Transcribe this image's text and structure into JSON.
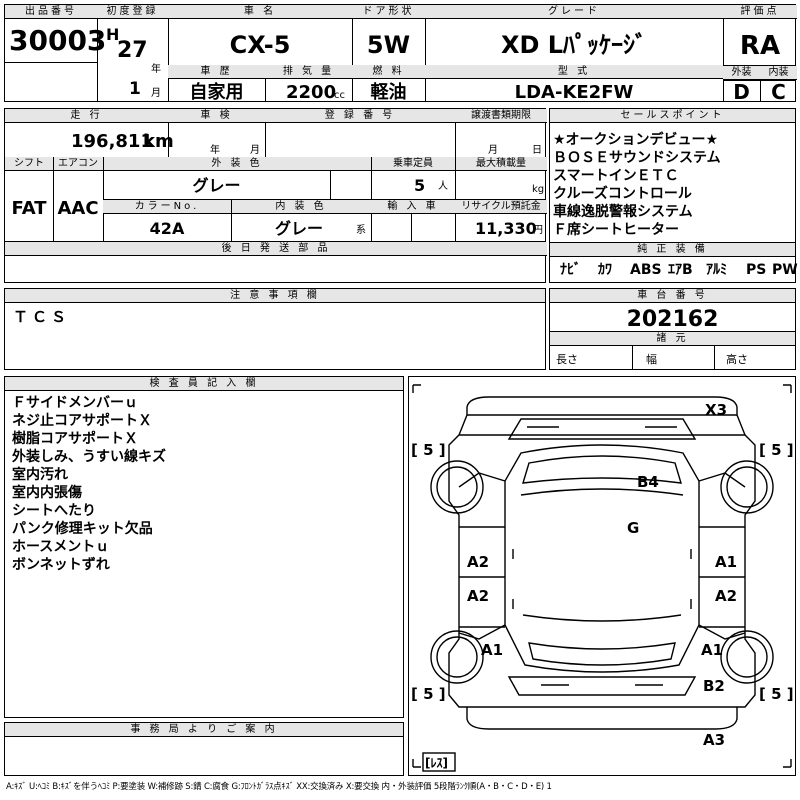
{
  "header": {
    "lot_label": "出品番号",
    "lot": "30003",
    "reg_label": "初度登録",
    "era": "H",
    "year": "27",
    "year_unit": "年",
    "month": "1",
    "month_unit": "月",
    "name_label": "車 名",
    "name": "CX-5",
    "door_label": "ドア形状",
    "door": "5W",
    "grade_label": "グレード",
    "grade": "XD Lﾊﾟｯｹｰｼﾞ",
    "score_label": "評価点",
    "score": "RA",
    "history_label": "車 歴",
    "history": "自家用",
    "disp_label": "排 気 量",
    "disp": "2200",
    "disp_unit": "cc",
    "fuel_label": "燃 料",
    "fuel": "軽油",
    "model_label": "型 式",
    "model": "LDA-KE2FW",
    "ext_label": "外装",
    "ext": "D",
    "int_label": "内装",
    "int": "C"
  },
  "info": {
    "mileage_label": "走 行",
    "mileage": "196,811",
    "mileage_unit": "km",
    "inspect_label": "車 検",
    "inspect_year_unit": "年",
    "inspect_month_unit": "月",
    "regno_label": "登 録 番 号",
    "transfer_label": "譲渡書類期限",
    "transfer_month_unit": "月",
    "transfer_day_unit": "日",
    "shift_label": "シフト",
    "shift": "FAT",
    "ac_label": "エアコン",
    "ac": "AAC",
    "color_label": "外 装 色",
    "color": "グレー",
    "cap_label": "乗車定員",
    "cap": "5",
    "cap_unit": "人",
    "load_label": "最大積載量",
    "load_unit": "kg",
    "colorno_label": "カラーNo.",
    "colorno": "42A",
    "intcolor_label": "内 装 色",
    "intcolor": "グレー",
    "intcolor_unit": "系",
    "import_label": "輸 入 車",
    "recycle_label": "リサイクル預託金",
    "recycle": "11,330",
    "recycle_unit": "円",
    "later_label": "後 日 発 送 部 品"
  },
  "sales": {
    "label": "セールスポイント",
    "lines": [
      "★オークションデビュー★",
      "ＢＯＳＥサウンドシステム",
      "スマートインＥＴＣ",
      "クルーズコントロール",
      "車線逸脱警報システム",
      "Ｆ席シートヒーター"
    ]
  },
  "equipment": {
    "label": "純 正 装 備",
    "items": [
      "ﾅﾋﾞ",
      "ｶﾜ",
      "ABS",
      "ｴｱB",
      "ｱﾙﾐ",
      "PS",
      "PW"
    ]
  },
  "notes": {
    "label": "注 意 事 項 欄",
    "text": "ＴＣＳ"
  },
  "chassis": {
    "label": "車 台 番 号",
    "number": "202162"
  },
  "specs": {
    "label": "諸 元",
    "length": "長さ",
    "width": "幅",
    "height": "高さ"
  },
  "inspector": {
    "label": "検 査 員 記 入 欄",
    "lines": [
      "Ｆサイドメンバーｕ",
      "ネジ止コアサポートＸ",
      "樹脂コアサポートＸ",
      "外装しみ、うすい線キズ",
      "室内汚れ",
      "室内内張傷",
      "シートへたり",
      "パンク修理キット欠品",
      "ホースメントｕ",
      "ボンネットずれ"
    ]
  },
  "office": {
    "label": "事 務 局 よ り ご 案 内"
  },
  "diagram": {
    "tires": [
      "[ 5 ]",
      "[ 5 ]",
      "[ 5 ]",
      "[ 5 ]"
    ],
    "spare": "[ﾚｽ]",
    "marks": [
      "X3",
      "B4",
      "G",
      "A2",
      "A1",
      "A2",
      "A2",
      "A1",
      "A1",
      "B2",
      "A3"
    ]
  },
  "legend": "A:ｷｽﾞ U:ﾍｺﾐ B:ｷｽﾞを伴うﾍｺﾐ P:要塗装 W:補修跡 S:錆 C:腐食 G:ﾌﾛﾝﾄｶﾞﾗｽ点ｷｽﾞ XX:交換済み X:要交換 内・外装評価 5段階ﾗﾝｸ順(A・B・C・D・E) 1"
}
